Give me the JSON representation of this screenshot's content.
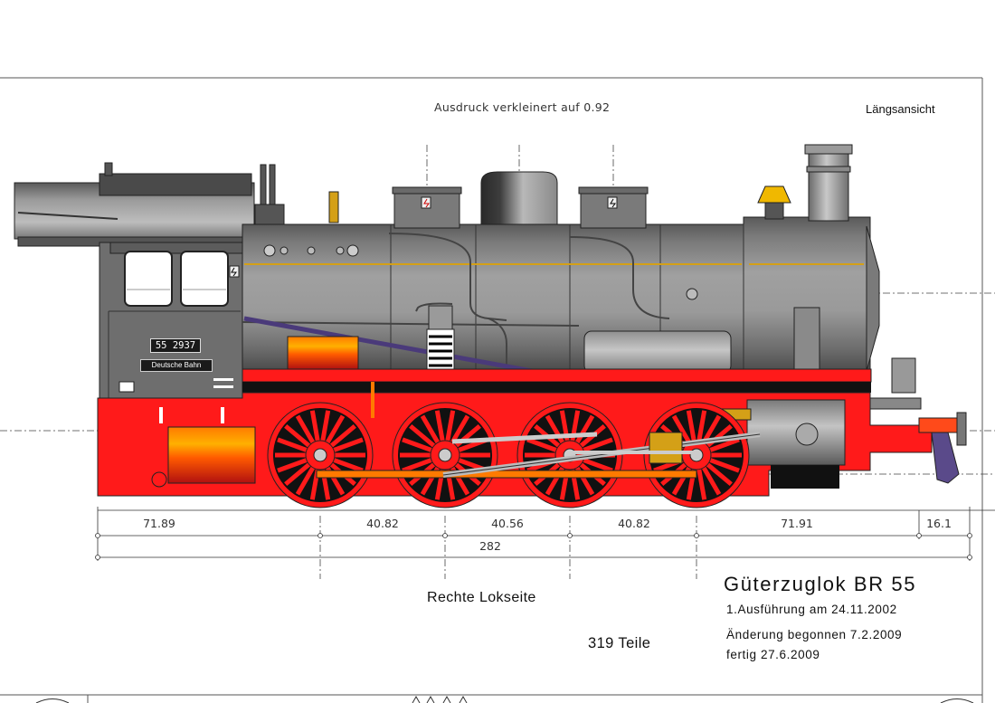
{
  "header": {
    "scale_note": "Ausdruck verkleinert auf 0.92",
    "view_label": "Längsansicht"
  },
  "loco": {
    "number_plate": "55 2937",
    "owner_plate": "Deutsche Bahn"
  },
  "dimensions": {
    "segments": [
      "71.89",
      "40.82",
      "40.56",
      "40.82",
      "71.91",
      "16.1"
    ],
    "wheelbase_total": "282"
  },
  "footer": {
    "side_label": "Rechte Lokseite",
    "parts_count": "319 Teile",
    "title": "Güterzuglok BR 55",
    "revisions": [
      "1.Ausführung am 24.11.2002",
      "Änderung begonnen 7.2.2009",
      "fertig 27.6.2009"
    ]
  },
  "colors": {
    "frame_red": "#ff1a1a",
    "boiler_gray": "#8a8a8a",
    "cab_gray": "#6e6e6e",
    "brass": "#d4a017"
  }
}
